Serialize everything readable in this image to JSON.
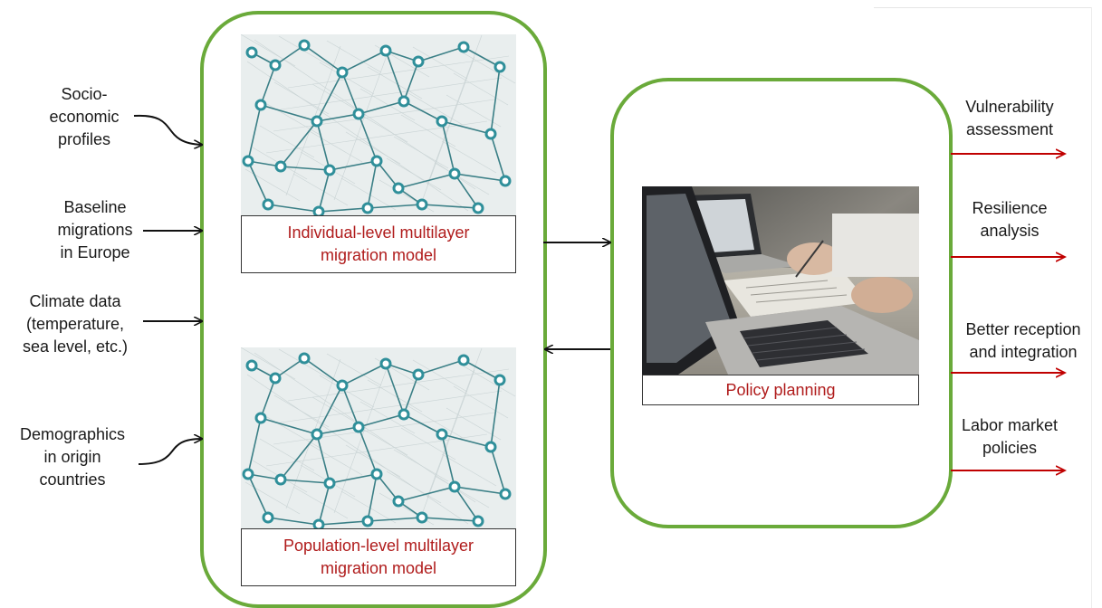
{
  "colors": {
    "panel_border": "#6aaa3a",
    "model_text": "#b01c1c",
    "output_arrow": "#c00000",
    "input_arrow": "#111111",
    "network_edge": "#3a7f86",
    "network_node": "#2f8f9a"
  },
  "inputs": [
    {
      "label": "Socio-\neconomic\nprofiles"
    },
    {
      "label": "Baseline\nmigrations\nin Europe"
    },
    {
      "label": "Climate data\n(temperature,\nsea level, etc.)"
    },
    {
      "label": "Demographics\nin origin\ncountries"
    }
  ],
  "models": [
    {
      "caption": "Individual-level multilayer\nmigration model",
      "image_icon": "network-icon"
    },
    {
      "caption": "Population-level multilayer\nmigration model",
      "image_icon": "network-icon"
    }
  ],
  "policy": {
    "caption": "Policy planning",
    "image_icon": "laptop-photo"
  },
  "outputs": [
    {
      "label": "Vulnerability\nassessment"
    },
    {
      "label": "Resilience\nanalysis"
    },
    {
      "label": "Better reception\nand integration"
    },
    {
      "label": "Labor market\npolicies"
    }
  ]
}
